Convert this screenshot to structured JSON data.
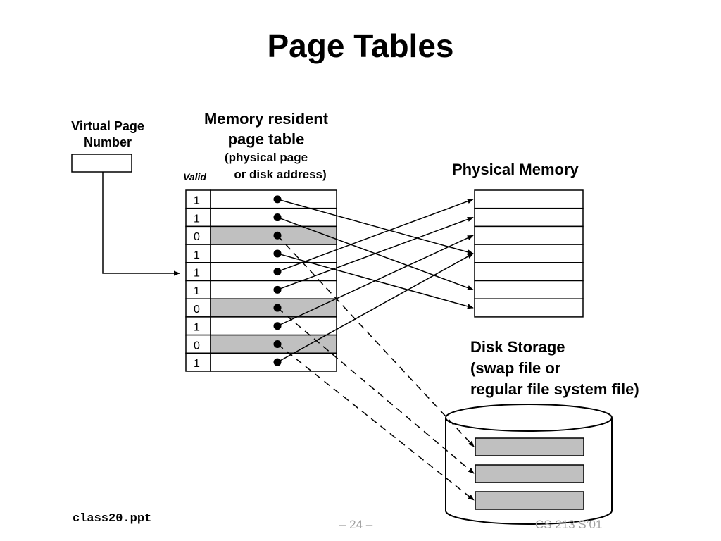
{
  "title": "Page Tables",
  "labels": {
    "vpn_line1": "Virtual Page",
    "vpn_line2": "Number",
    "pt_line1": "Memory resident",
    "pt_line2": "page table",
    "pt_line3": "(physical page",
    "pt_line4": "or disk address)",
    "valid": "Valid",
    "physical_memory": "Physical Memory",
    "disk_line1": "Disk Storage",
    "disk_line2": "(swap file or",
    "disk_line3": "regular file system file)"
  },
  "page_table": {
    "valid_bits": [
      "1",
      "1",
      "0",
      "1",
      "1",
      "1",
      "0",
      "1",
      "0",
      "1"
    ]
  },
  "physical_memory": {
    "frames": 7
  },
  "disk_storage": {
    "blocks": 3
  },
  "colors": {
    "invalid_fill": "#c0c0c0",
    "line": "#000000",
    "footer_gray": "#a0a0a0"
  },
  "footer": {
    "left": "class20.ppt",
    "center": "– 24 –",
    "right": "CS 213 S’01"
  }
}
